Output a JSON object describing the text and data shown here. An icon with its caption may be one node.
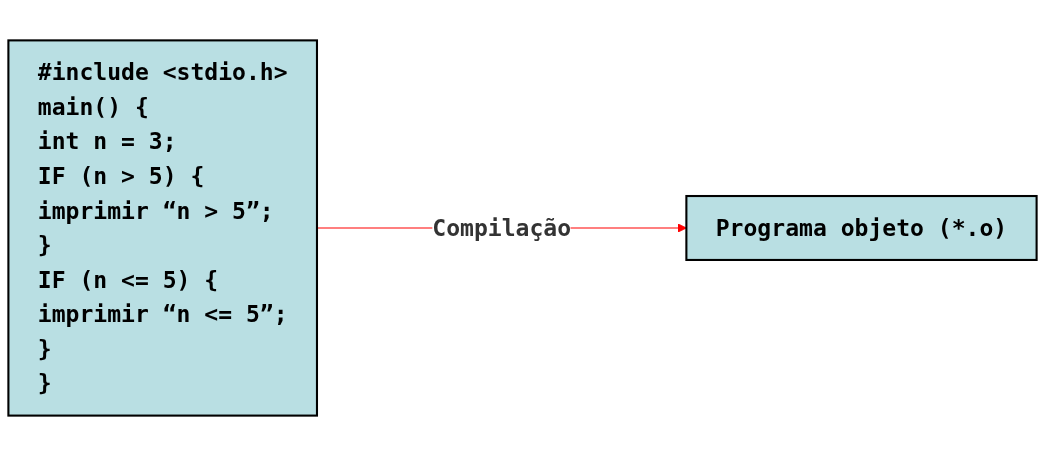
{
  "diagram": {
    "nodes": [
      {
        "text": [
          "#include <stdio.h>",
          "main() {",
          "int n = 3;",
          "IF (n > 5) {",
          "imprimir “n > 5”;",
          "}",
          "IF (n <= 5) {",
          "imprimir “n <= 5”;",
          "}",
          "}"
        ]
      },
      {
        "text": [
          "Programa objeto (*.o)"
        ]
      }
    ],
    "edges": [
      {
        "from": 0,
        "to": 1,
        "arrow": "to",
        "label": "Compilação",
        "color": "#ff0000"
      }
    ]
  }
}
